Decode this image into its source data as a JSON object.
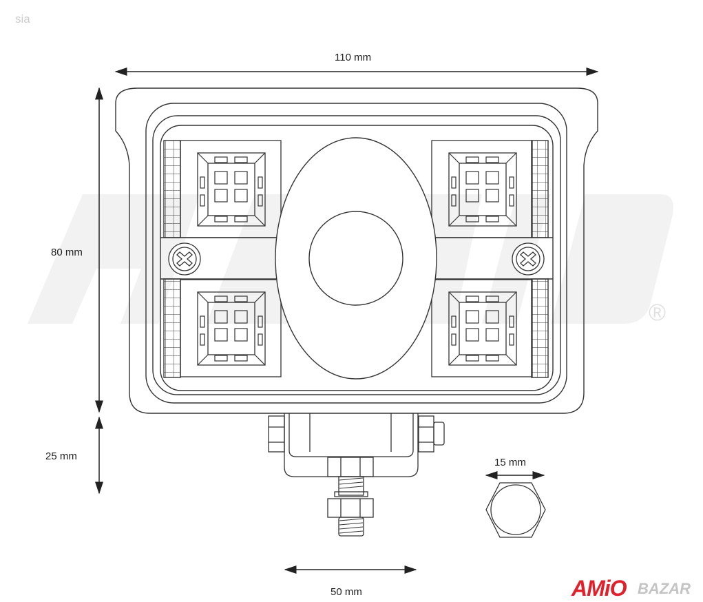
{
  "corner_text": "sia",
  "dimensions": {
    "width_top": "110 mm",
    "height_body": "80 mm",
    "height_bracket": "25 mm",
    "nut_size": "15 mm",
    "bracket_width": "50 mm"
  },
  "brand": {
    "logo": "AMiO",
    "watermark": "AMiO",
    "registered": "®",
    "site_watermark": "BAZAR"
  },
  "colors": {
    "line": "#333333",
    "brand": "#e0202a",
    "watermark": "#f0f0f0"
  }
}
